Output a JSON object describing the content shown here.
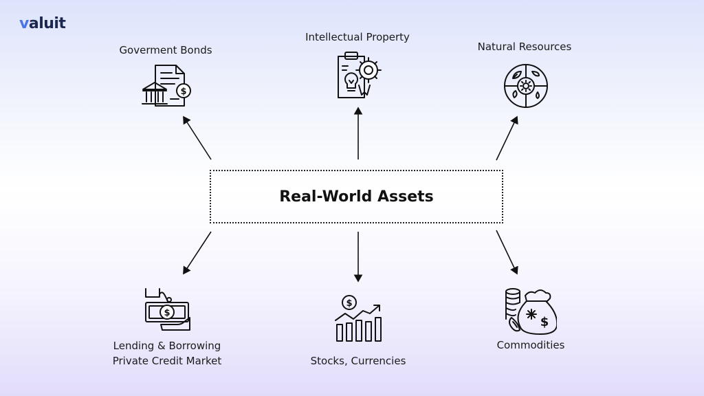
{
  "brand": {
    "name_rest": "aluit",
    "name_initial": "v"
  },
  "center": {
    "title": "Real-World Assets"
  },
  "nodes": {
    "gov_bonds": {
      "label": "Goverment Bonds",
      "icon": "document-bank-dollar-icon"
    },
    "ip": {
      "label": "Intellectual Property",
      "icon": "clipboard-lightbulb-gear-icon"
    },
    "natural": {
      "label": "Natural Resources",
      "icon": "nature-wheel-icon"
    },
    "lending": {
      "line1": "Lending & Borrowing",
      "line2": "Private Credit Market",
      "icon": "hand-cash-icon"
    },
    "stocks": {
      "label": "Stocks, Currencies",
      "icon": "dollar-bar-chart-icon"
    },
    "commodities": {
      "label": "Commodities",
      "icon": "sack-coins-icon"
    }
  },
  "colors": {
    "brand_blue": "#4a74e8",
    "brand_navy": "#1c2750",
    "ink": "#1a1a1a"
  }
}
